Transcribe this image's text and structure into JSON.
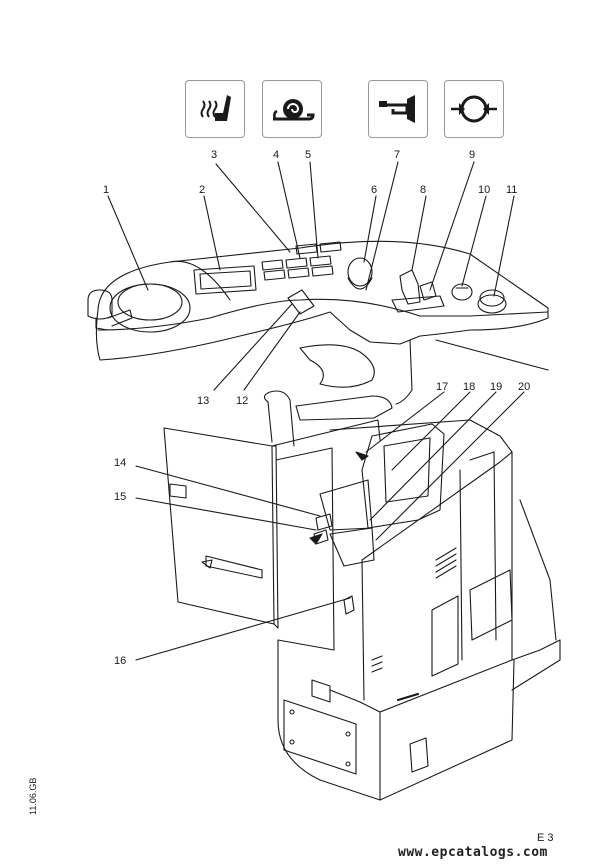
{
  "icons": [
    {
      "name": "seat-heating-icon",
      "number": "3"
    },
    {
      "name": "snail-slow-speed-icon",
      "number": "4"
    },
    {
      "name": "horn-icon",
      "number": "7"
    },
    {
      "name": "compress-arrows-icon",
      "number": "9"
    }
  ],
  "callouts": {
    "c1": "1",
    "c2": "2",
    "c3": "3",
    "c4": "4",
    "c5": "5",
    "c6": "6",
    "c7": "7",
    "c8": "8",
    "c9": "9",
    "c10": "10",
    "c11": "11",
    "c12": "12",
    "c13": "13",
    "c14": "14",
    "c15": "15",
    "c16": "16",
    "c17": "17",
    "c18": "18",
    "c19": "19",
    "c20": "20"
  },
  "side_code": "11.06.GB",
  "page_number": "E 3",
  "watermark": "www.epcatalogs.com",
  "line_color": "#1a1a1a"
}
